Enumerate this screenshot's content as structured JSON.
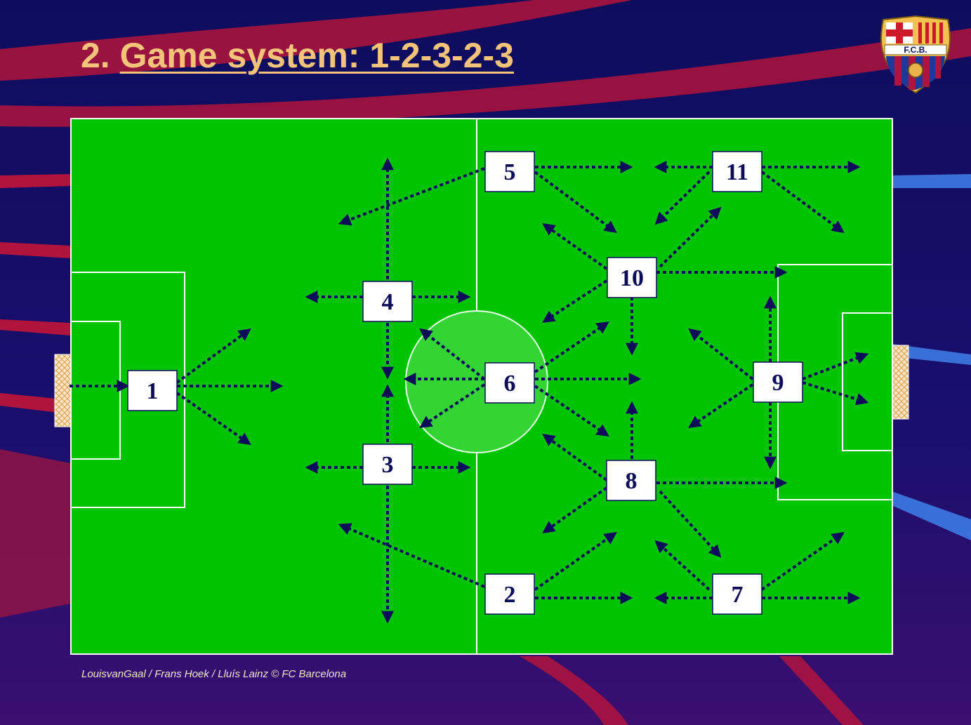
{
  "slide": {
    "title_prefix": "2. ",
    "title_main": "Game system: 1-2-3-2-3",
    "footer": "LouisvanGaal / Frans Hoek /  Lluís Lainz © FC Barcelona"
  },
  "logo": {
    "text": "F.C.B.",
    "icon": "fcb-crest-icon"
  },
  "colors": {
    "background": "#0c0c5a",
    "pitch": "#00c400",
    "arrow": "#0c0c5a",
    "title": "#f4c37a",
    "stripe": "#b0143c"
  },
  "players": [
    {
      "id": "p1",
      "number": "1"
    },
    {
      "id": "p2",
      "number": "2"
    },
    {
      "id": "p3",
      "number": "3"
    },
    {
      "id": "p4",
      "number": "4"
    },
    {
      "id": "p5",
      "number": "5"
    },
    {
      "id": "p6",
      "number": "6"
    },
    {
      "id": "p7",
      "number": "7"
    },
    {
      "id": "p8",
      "number": "8"
    },
    {
      "id": "p9",
      "number": "9"
    },
    {
      "id": "p10",
      "number": "10"
    },
    {
      "id": "p11",
      "number": "11"
    }
  ]
}
